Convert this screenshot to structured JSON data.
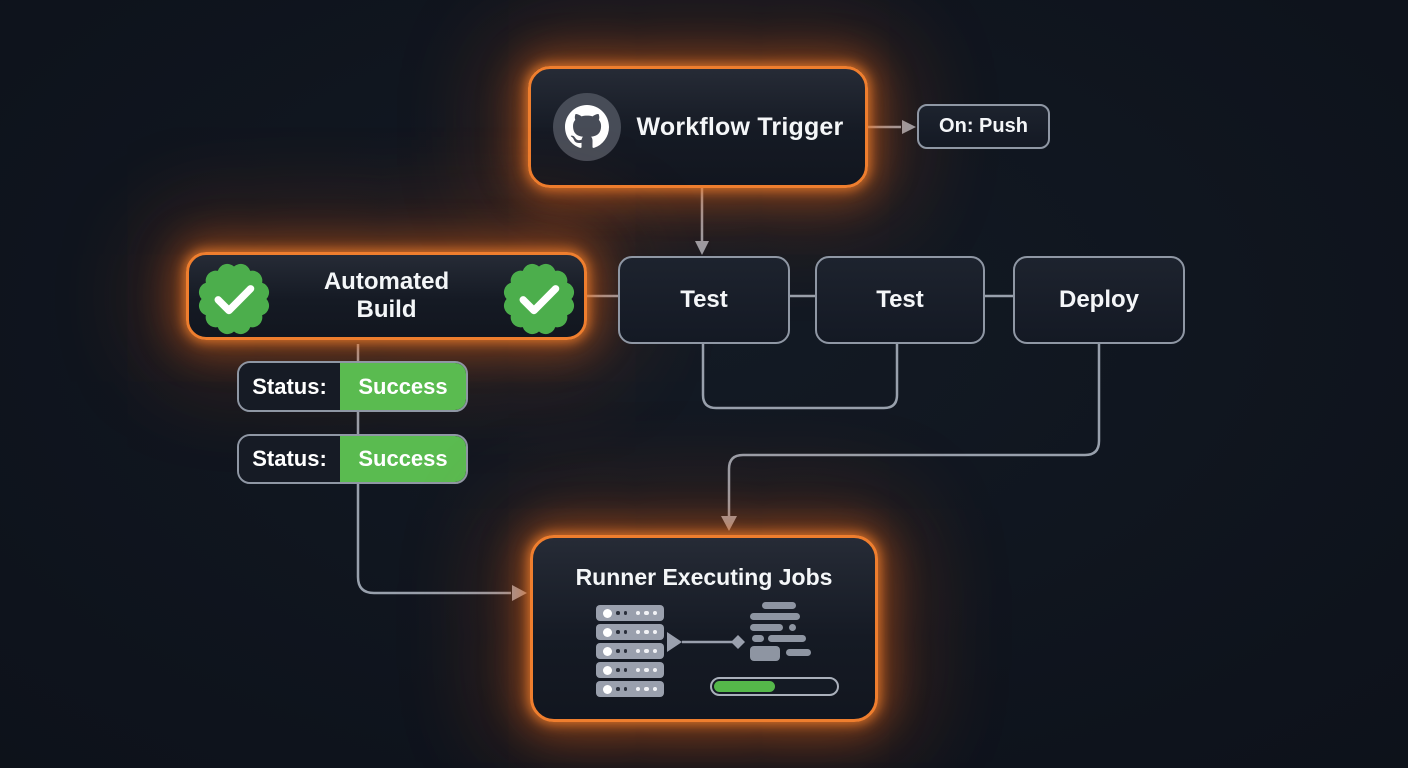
{
  "diagram": {
    "title_hint": "CI/CD workflow diagram",
    "nodes": {
      "workflow_trigger": {
        "label": "Workflow Trigger",
        "icon": "github-icon"
      },
      "on_push": {
        "label": "On: Push"
      },
      "automated_build": {
        "label_line1": "Automated",
        "label_line2": "Build",
        "icon": "verified-badge-icon"
      },
      "test1": {
        "label": "Test"
      },
      "test2": {
        "label": "Test"
      },
      "deploy": {
        "label": "Deploy"
      },
      "status1": {
        "label": "Status:",
        "value": "Success"
      },
      "status2": {
        "label": "Status:",
        "value": "Success"
      },
      "runner": {
        "title": "Runner Executing Jobs",
        "progress_percent": 50,
        "icons": [
          "server-rack-icon",
          "arrow-right-icon",
          "log-lines-icon",
          "progress-bar"
        ]
      }
    },
    "colors": {
      "background": "#0f141d",
      "node_fill": "#171c26",
      "node_border_gray": "#8f97a4",
      "accent_orange": "#ef7e2e",
      "badge_green": "#4cae4c",
      "success_green": "#5abb50",
      "progress_green": "#55b84a",
      "connector_gray": "#98a0ac",
      "text_white": "#f4f6f8"
    }
  }
}
